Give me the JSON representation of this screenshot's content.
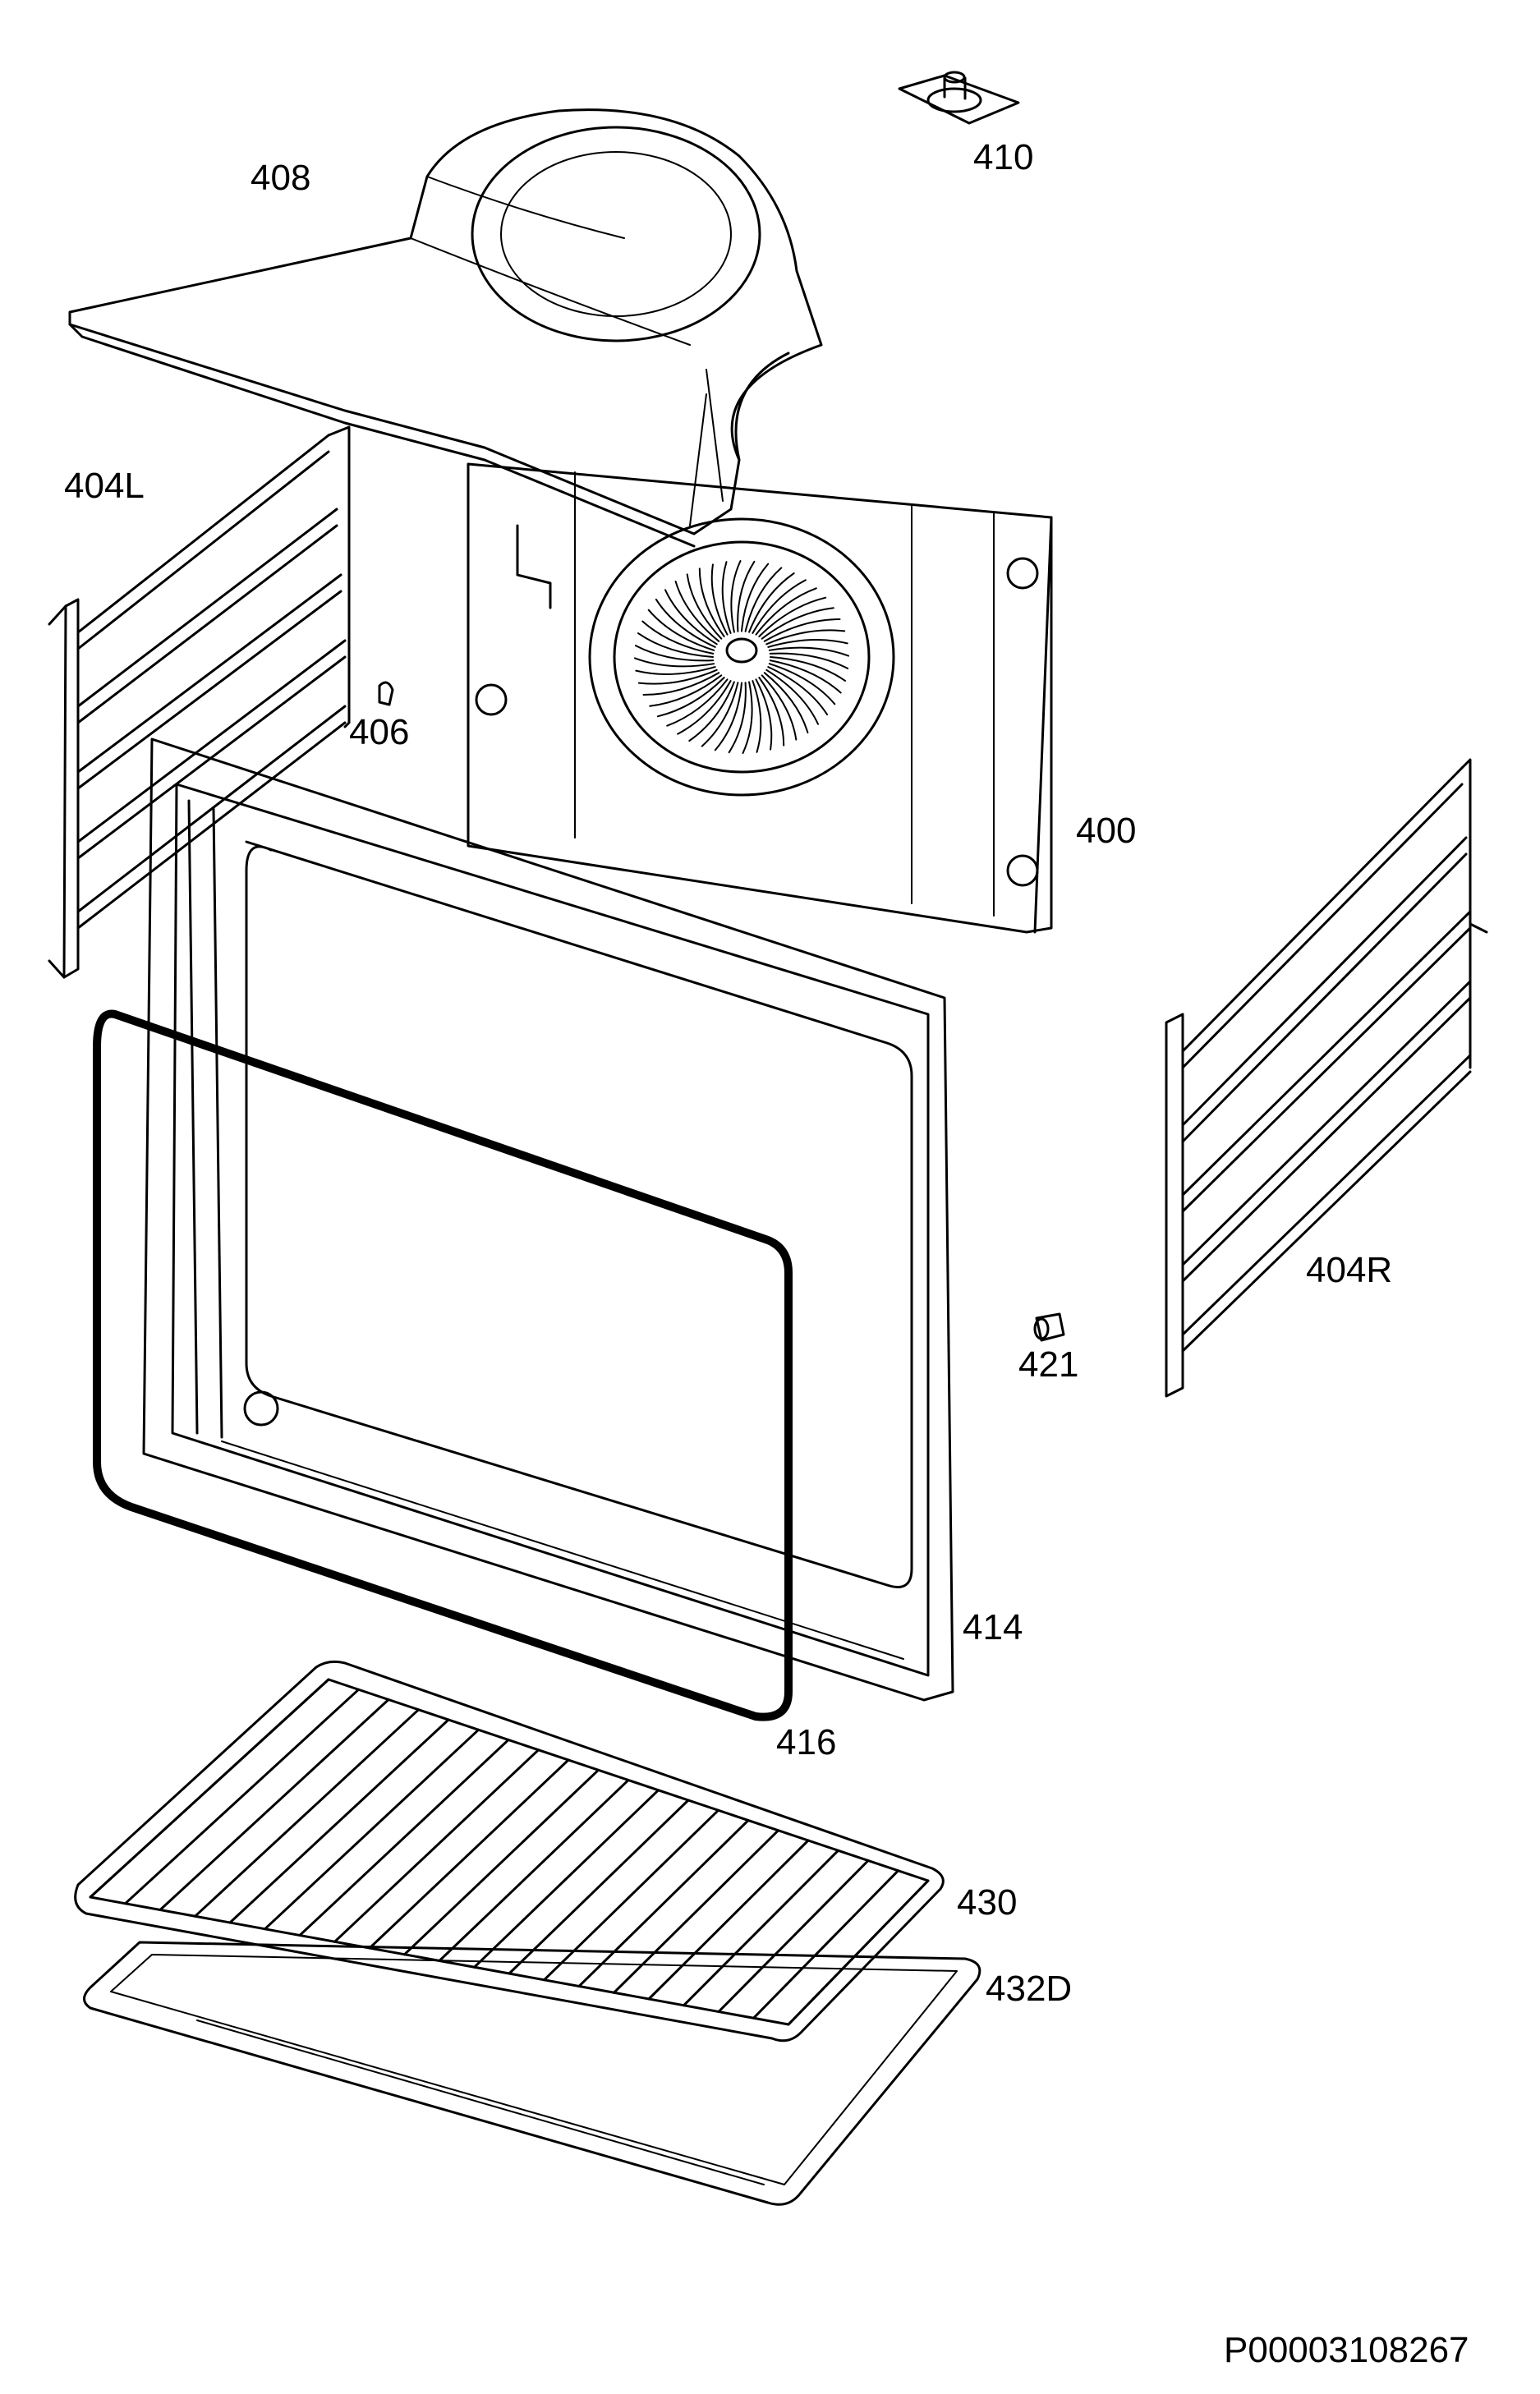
{
  "diagram": {
    "labels": {
      "p408": "408",
      "p410": "410",
      "p404L": "404L",
      "p406": "406",
      "p400": "400",
      "p404R": "404R",
      "p421": "421",
      "p414": "414",
      "p416": "416",
      "p430": "430",
      "p432D": "432D"
    },
    "document_id": "P00003108267"
  }
}
